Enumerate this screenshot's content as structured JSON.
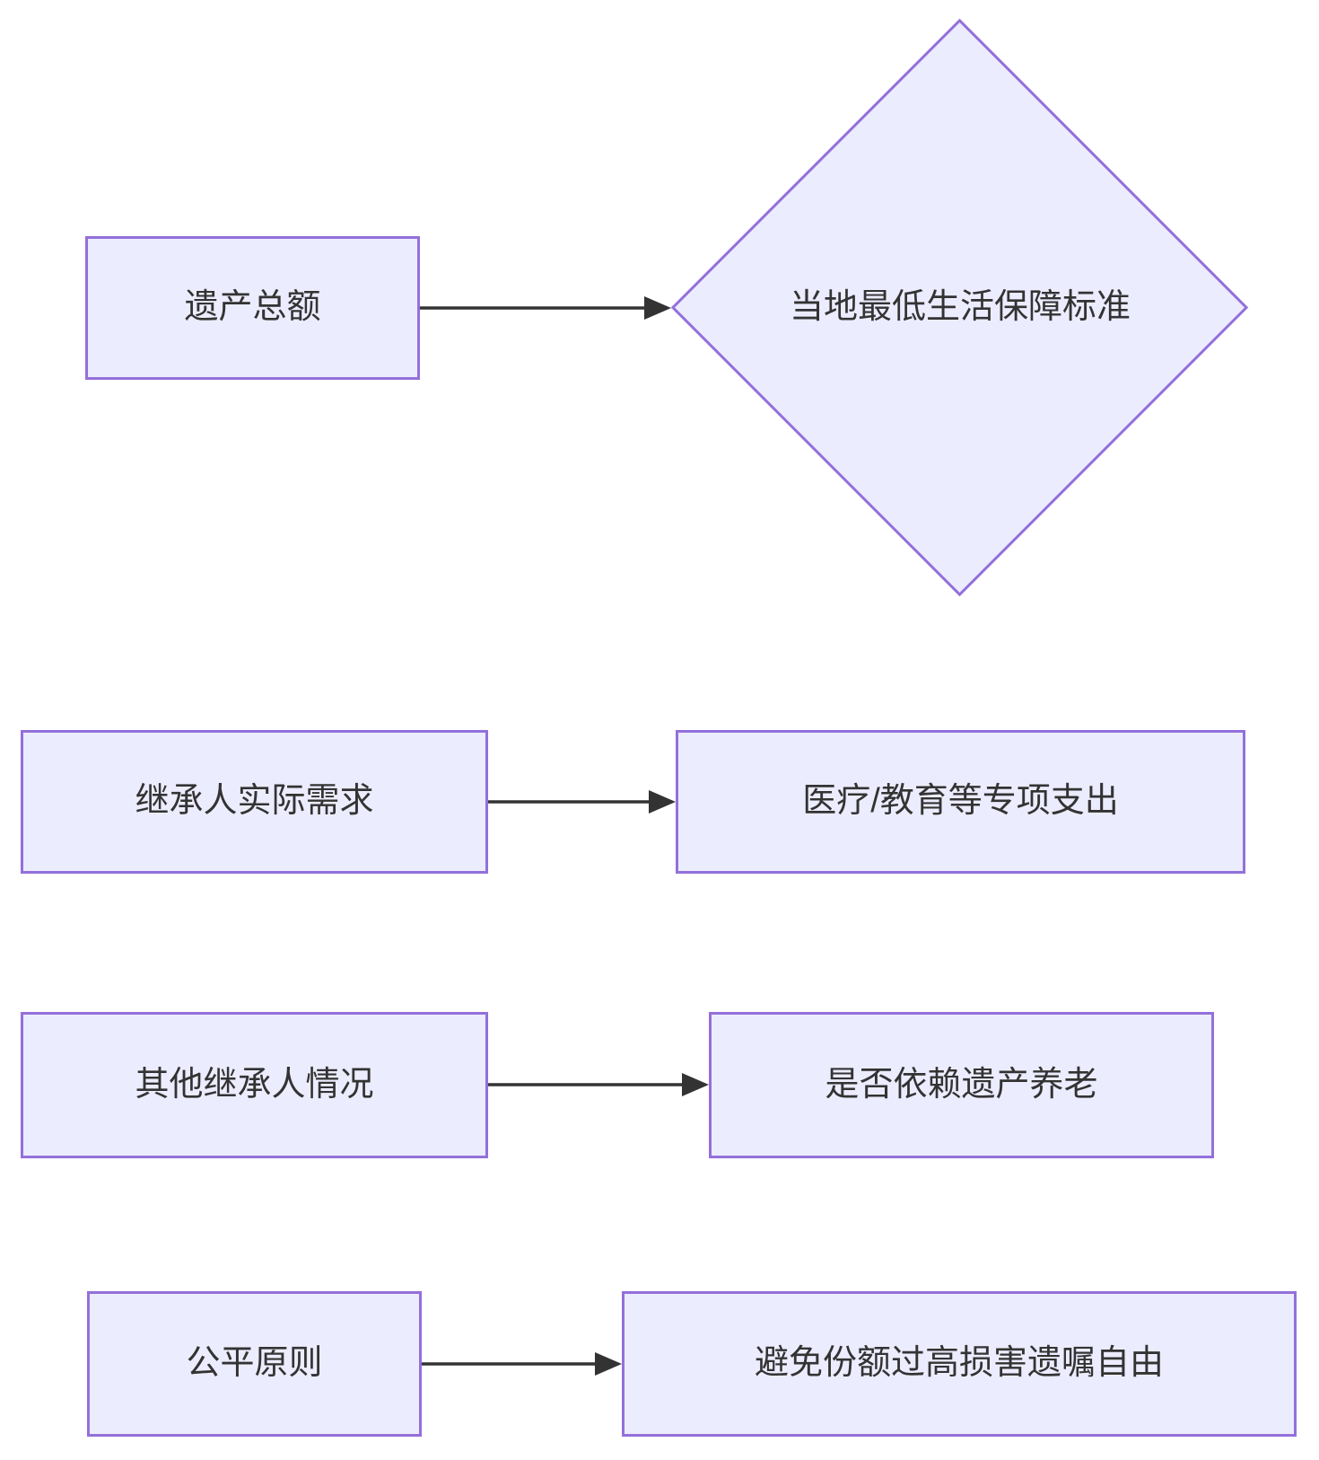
{
  "colors": {
    "canvas-bg": "#ffffff",
    "node-fill": "#ECECFF",
    "node-border": "#9370DB",
    "edge-color": "#333333",
    "text-color": "#333333"
  },
  "diagram": {
    "type": "flowchart",
    "direction": "left-to-right",
    "nodes": [
      {
        "id": "estate-total",
        "shape": "rectangle",
        "label": "遗产总额"
      },
      {
        "id": "local-min-living-standard",
        "shape": "diamond",
        "label": "当地最低生活保障标准"
      },
      {
        "id": "heir-actual-needs",
        "shape": "rectangle",
        "label": "继承人实际需求"
      },
      {
        "id": "medical-education-special-expenses",
        "shape": "rectangle",
        "label": "医疗/教育等专项支出"
      },
      {
        "id": "other-heirs-situation",
        "shape": "rectangle",
        "label": "其他继承人情况"
      },
      {
        "id": "relies-on-estate-for-elderly-care",
        "shape": "rectangle",
        "label": "是否依赖遗产养老"
      },
      {
        "id": "fairness-principle",
        "shape": "rectangle",
        "label": "公平原则"
      },
      {
        "id": "avoid-excessive-share-harming-testamentary-freedom",
        "shape": "rectangle",
        "label": "避免份额过高损害遗嘱自由"
      }
    ],
    "edges": [
      {
        "from": "estate-total",
        "to": "local-min-living-standard",
        "style": "arrow"
      },
      {
        "from": "heir-actual-needs",
        "to": "medical-education-special-expenses",
        "style": "arrow"
      },
      {
        "from": "other-heirs-situation",
        "to": "relies-on-estate-for-elderly-care",
        "style": "arrow"
      },
      {
        "from": "fairness-principle",
        "to": "avoid-excessive-share-harming-testamentary-freedom",
        "style": "arrow"
      }
    ]
  }
}
